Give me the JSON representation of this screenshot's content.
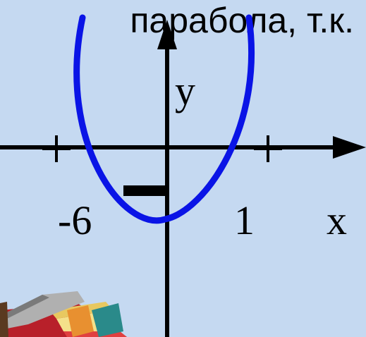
{
  "caption": "парабола, т.к.",
  "axes": {
    "y_label": "y",
    "x_label": "x"
  },
  "ticks": {
    "left": "-6",
    "right": "1"
  },
  "colors": {
    "background": "#c5d9f1",
    "parabola": "#0a14e6",
    "axes": "#000000"
  },
  "decoration": "book-stack-clipart"
}
